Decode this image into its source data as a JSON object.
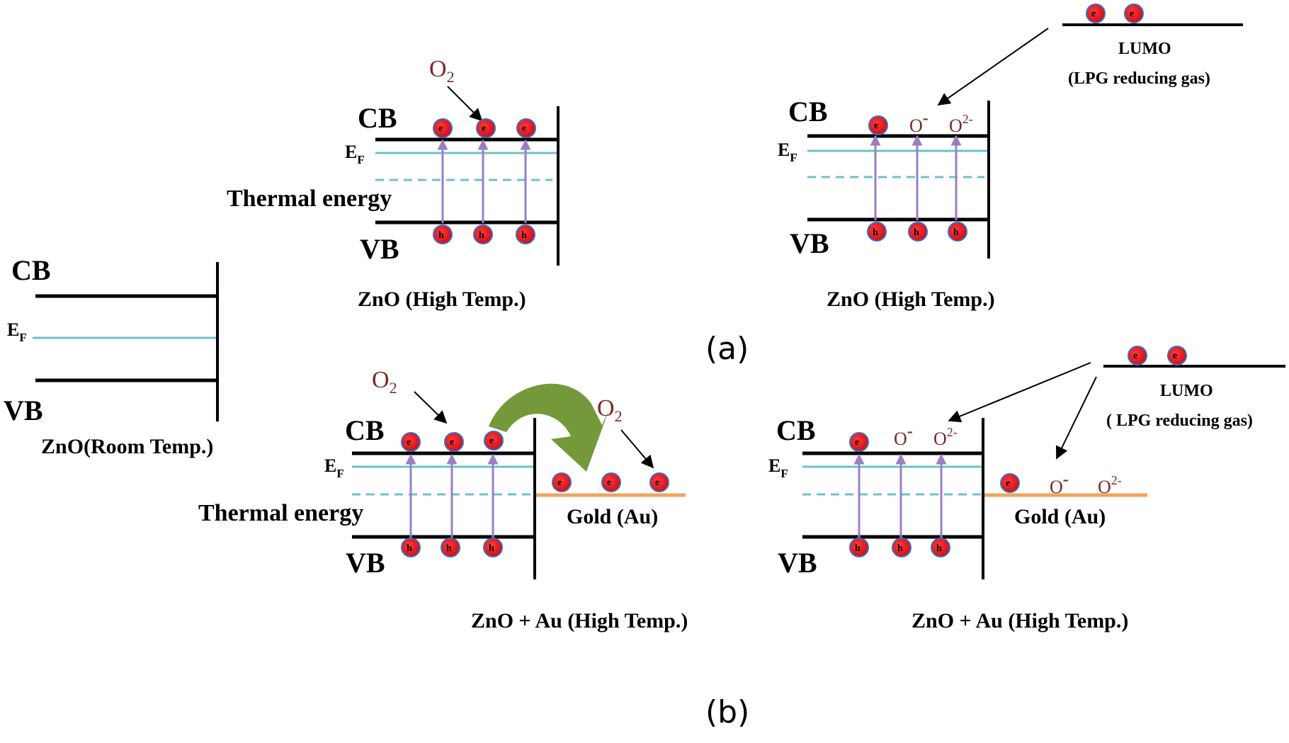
{
  "labels": {
    "cb": "CB",
    "vb": "VB",
    "ef_main": "E",
    "ef_sub": "F",
    "thermal": "Thermal energy",
    "o2_main": "O",
    "o2_sub": "2",
    "o_minus": "O",
    "o_minus_sup": "-",
    "o2m_main": "O",
    "o2m_sup": "2-",
    "electron": "e",
    "hole": "h",
    "lumo": "LUMO",
    "lpg_a": "(LPG reducing gas)",
    "lpg_b": "( LPG reducing gas)",
    "gold": "Gold (Au)"
  },
  "captions": {
    "room": "ZnO(Room Temp.)",
    "high_a1": "ZnO (High Temp.)",
    "high_a2": "ZnO (High Temp.)",
    "high_b1": "ZnO + Au (High Temp.)",
    "high_b2": "ZnO + Au (High Temp.)"
  },
  "panels": {
    "a": "(a)",
    "b": "(b)"
  },
  "colors": {
    "line": "#000000",
    "fermi": "#6fc0cc",
    "arrow": "#9b7fc0",
    "particle": "#e3151e",
    "particle_edge": "#3a6fc4",
    "gold": "#f0a35e",
    "curved_arrow": "#74993a",
    "oxygen": "#7a2a2a"
  }
}
